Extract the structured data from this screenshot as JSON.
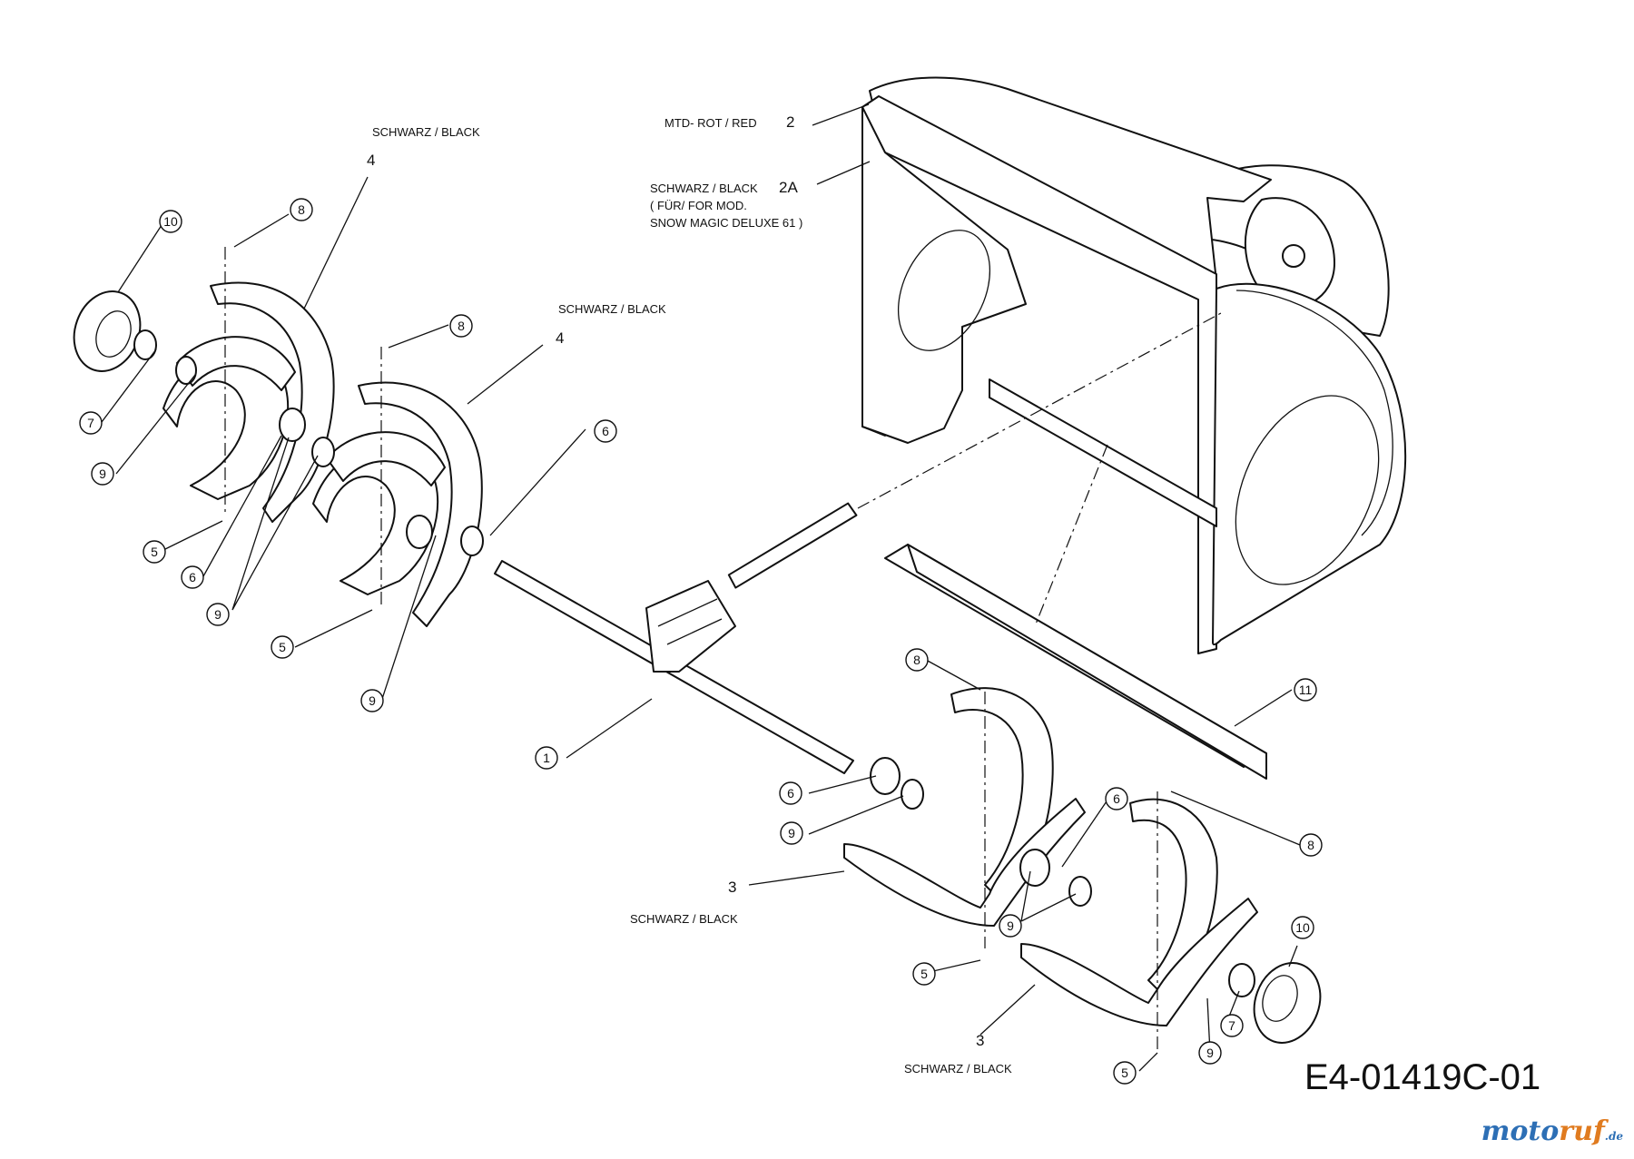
{
  "diagram_code": "E4-01419C-01",
  "watermark": {
    "main": "moto",
    "accent": "ruf",
    "tld": ".de"
  },
  "notes": {
    "housing_red": "MTD- ROT / RED",
    "housing_red_num": "2",
    "housing_black": "SCHWARZ / BLACK",
    "housing_black_num": "2A",
    "housing_black_model_1": "( FÜR/ FOR MOD.",
    "housing_black_model_2": "SNOW MAGIC DELUXE 61 )",
    "auger_left_outer": "SCHWARZ / BLACK",
    "auger_left_outer_num": "4",
    "auger_left_inner": "SCHWARZ / BLACK",
    "auger_left_inner_num": "4",
    "auger_right_inner": "SCHWARZ / BLACK",
    "auger_right_inner_num": "3",
    "auger_right_outer": "SCHWARZ / BLACK",
    "auger_right_outer_num": "3"
  },
  "callouts": [
    "10",
    "8",
    "8",
    "7",
    "9",
    "5",
    "6",
    "9",
    "5",
    "6",
    "9",
    "1",
    "8",
    "11",
    "6",
    "9",
    "6",
    "8",
    "9",
    "10",
    "5",
    "7",
    "9",
    "5"
  ],
  "colors": {
    "line": "#111111",
    "brand_blue": "#2d6fb5",
    "brand_orange": "#e07b1f"
  }
}
